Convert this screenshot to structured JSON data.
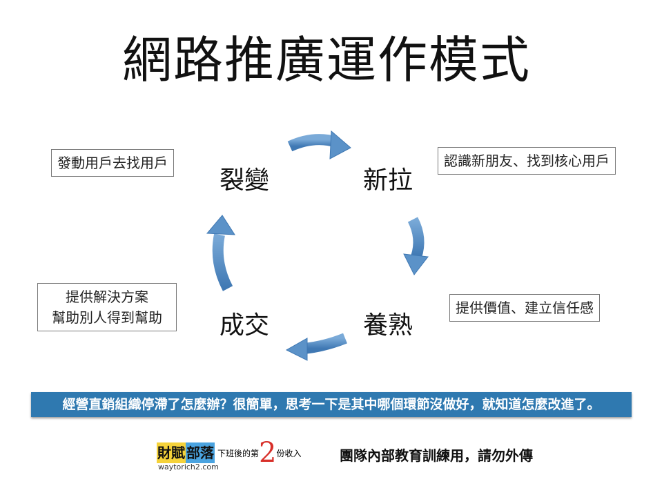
{
  "title": "網路推廣運作模式",
  "nodes": {
    "top_right": "新拉",
    "bottom_right": "養熟",
    "bottom_left": "成交",
    "top_left": "裂變"
  },
  "boxes": {
    "top_right": "認識新朋友、找到核心用戶",
    "bottom_right": "提供價值、建立信任感",
    "bottom_left_line1": "提供解決方案",
    "bottom_left_line2": "幫助別人得到幫助",
    "top_left": "發動用戶去找用戶"
  },
  "banner": "經營直銷組織停滯了怎麼辦？很簡單，思考一下是其中哪個環節沒做好，就知道怎麼改進了。",
  "logo": {
    "part1": "財賦",
    "part2": "部落",
    "tagline1": "下班後的第",
    "number": "2",
    "tagline2": "份收入",
    "url": "waytorich2.com"
  },
  "footer_note": "團隊內部教育訓練用，請勿外傳",
  "colors": {
    "arrow": "#5b92c8",
    "banner": "#2f79b0",
    "logo_yellow": "#f5d23a",
    "logo_blue": "#4aa3e0",
    "logo_red": "#d8302a"
  }
}
